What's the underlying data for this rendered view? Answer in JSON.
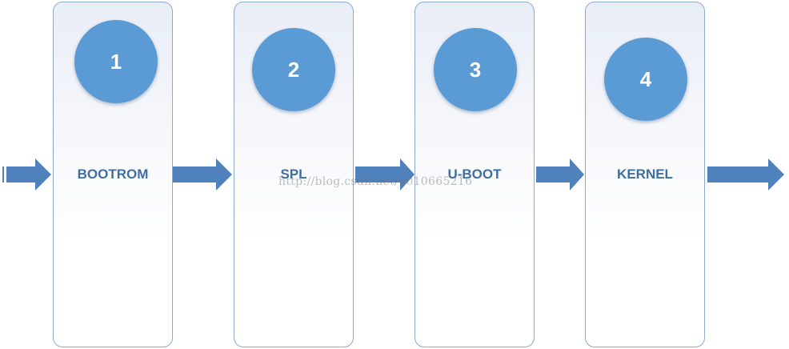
{
  "stages": [
    {
      "number": "1",
      "label": "BOOTROM"
    },
    {
      "number": "2",
      "label": "SPL"
    },
    {
      "number": "3",
      "label": "U-BOOT"
    },
    {
      "number": "4",
      "label": "KERNEL"
    }
  ],
  "watermark": "http://blog.csdn.net/u010665216",
  "colors": {
    "arrow": "#4f81bd",
    "badge": "#5b9bd5",
    "label": "#3f6e9f",
    "border": "#8fa9c8"
  }
}
